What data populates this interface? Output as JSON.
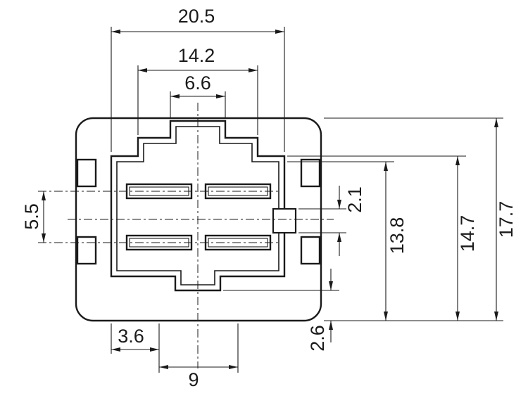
{
  "drawing": {
    "kind": "connector-front-view-dimension-drawing",
    "colors": {
      "line": "#1a1a1a",
      "background": "#ffffff"
    }
  },
  "dims": {
    "top_outer": "20.5",
    "top_middle": "14.2",
    "top_center": "6.6",
    "left_slot_pitch": "5.5",
    "right_latch": "2.1",
    "right_inner_depth": "13.8",
    "right_housing_height": "14.7",
    "right_overall_height": "17.7",
    "bottom_left": "3.6",
    "bottom_pitch": "9",
    "bottom_step": "2.6"
  }
}
